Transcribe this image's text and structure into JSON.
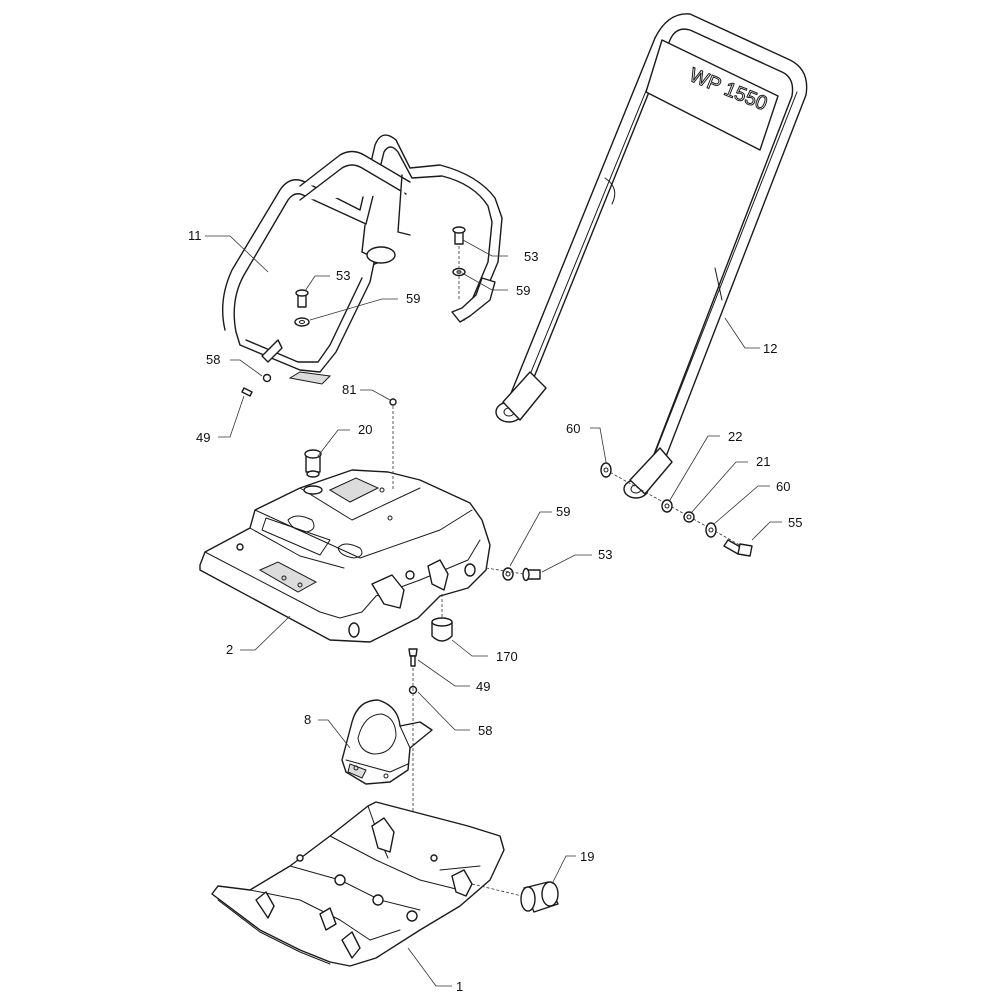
{
  "drawing": {
    "model_label": "WP 1550",
    "callouts": [
      {
        "id": "c11",
        "label": "11"
      },
      {
        "id": "c12",
        "label": "12"
      },
      {
        "id": "c53a",
        "label": "53"
      },
      {
        "id": "c53b",
        "label": "53"
      },
      {
        "id": "c53c",
        "label": "53"
      },
      {
        "id": "c59a",
        "label": "59"
      },
      {
        "id": "c59b",
        "label": "59"
      },
      {
        "id": "c59c",
        "label": "59"
      },
      {
        "id": "c58a",
        "label": "58"
      },
      {
        "id": "c58b",
        "label": "58"
      },
      {
        "id": "c49a",
        "label": "49"
      },
      {
        "id": "c49b",
        "label": "49"
      },
      {
        "id": "c81",
        "label": "81"
      },
      {
        "id": "c20",
        "label": "20"
      },
      {
        "id": "c60a",
        "label": "60"
      },
      {
        "id": "c60b",
        "label": "60"
      },
      {
        "id": "c22",
        "label": "22"
      },
      {
        "id": "c21",
        "label": "21"
      },
      {
        "id": "c55",
        "label": "55"
      },
      {
        "id": "c2",
        "label": "2"
      },
      {
        "id": "c170",
        "label": "170"
      },
      {
        "id": "c8",
        "label": "8"
      },
      {
        "id": "c19",
        "label": "19"
      },
      {
        "id": "c1",
        "label": "1"
      }
    ]
  }
}
